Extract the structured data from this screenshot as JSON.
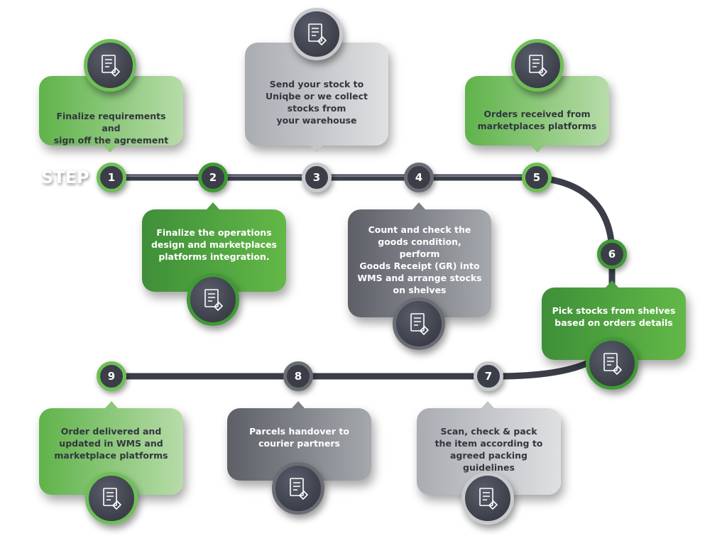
{
  "step_label": "STEP",
  "steps": [
    {
      "n": "1",
      "text": "Finalize requirements and\nsign off the agreement",
      "icon": "agreement-handshake-icon"
    },
    {
      "n": "2",
      "text": "Finalize the operations\ndesign and marketplaces\nplatforms integration.",
      "icon": "gear-integration-icon"
    },
    {
      "n": "3",
      "text": "Send your stock to\nUniqbe or we collect\nstocks from\nyour warehouse",
      "icon": "box-hand-icon"
    },
    {
      "n": "4",
      "text": "Count and check the\ngoods condition, perform\nGoods Receipt (GR) into\nWMS and arrange stocks\non shelves",
      "icon": "checklist-box-icon"
    },
    {
      "n": "5",
      "text": "Orders received from\nmarketplaces platforms",
      "icon": "mobile-order-icon"
    },
    {
      "n": "6",
      "text": "Pick stocks from shelves\nbased on orders details",
      "icon": "worker-picking-icon"
    },
    {
      "n": "7",
      "text": "Scan, check & pack\nthe item according to\nagreed packing guidelines",
      "icon": "barcode-scanner-icon"
    },
    {
      "n": "8",
      "text": "Parcels handover to\ncourier partners",
      "icon": "courier-handover-icon"
    },
    {
      "n": "9",
      "text": "Order delivered and\nupdated in WMS and\nmarketplace platforms",
      "icon": "delivery-truck-icon"
    }
  ],
  "colors": {
    "green": "#6fbf57",
    "dark_green": "#3f9a35",
    "track": "#3b3e48",
    "gray": "#a5a8ad"
  }
}
